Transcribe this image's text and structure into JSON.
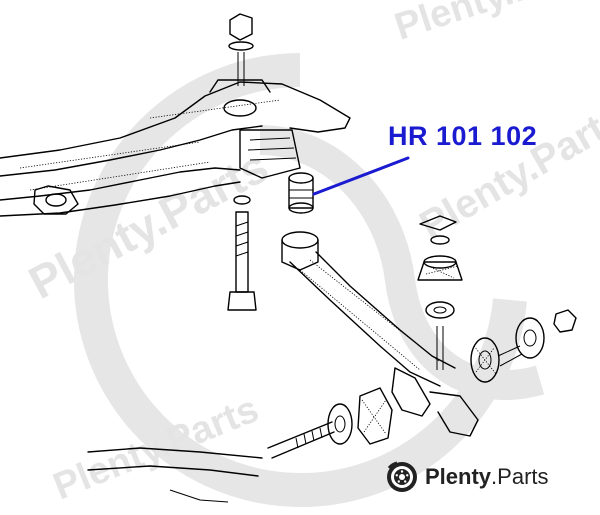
{
  "part_label": {
    "text": "HR 101 102",
    "color": "#1a1ad0"
  },
  "watermark": {
    "text": "Plenty.Parts",
    "color": "#e4e4e4"
  },
  "brand": {
    "name": "Plenty",
    "separator": ".",
    "suffix": "Parts",
    "icon": "brake-disc-icon"
  }
}
